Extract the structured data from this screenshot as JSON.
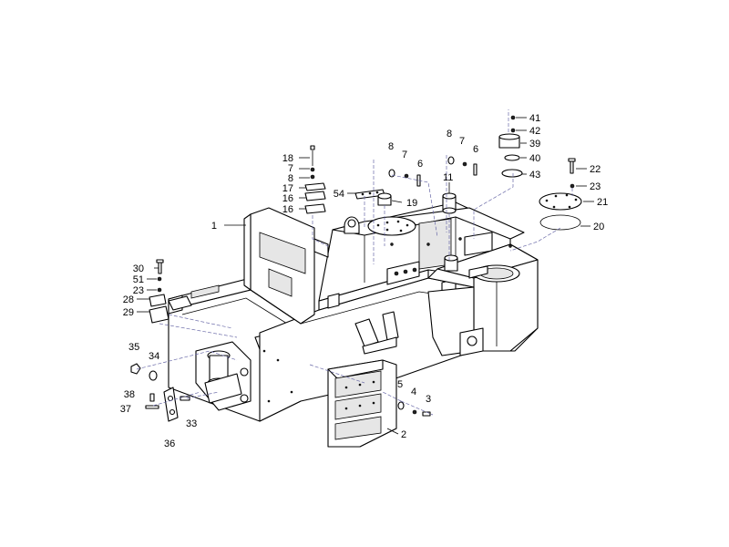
{
  "callouts": [
    {
      "id": "c1",
      "label": "1"
    },
    {
      "id": "c2",
      "label": "2"
    },
    {
      "id": "c3",
      "label": "3"
    },
    {
      "id": "c4",
      "label": "4"
    },
    {
      "id": "c5",
      "label": "5"
    },
    {
      "id": "c6a",
      "label": "6"
    },
    {
      "id": "c6b",
      "label": "6"
    },
    {
      "id": "c7a",
      "label": "7"
    },
    {
      "id": "c7b",
      "label": "7"
    },
    {
      "id": "c7c",
      "label": "7"
    },
    {
      "id": "c8a",
      "label": "8"
    },
    {
      "id": "c8b",
      "label": "8"
    },
    {
      "id": "c8c",
      "label": "8"
    },
    {
      "id": "c11",
      "label": "11"
    },
    {
      "id": "c16a",
      "label": "16"
    },
    {
      "id": "c16b",
      "label": "16"
    },
    {
      "id": "c17",
      "label": "17"
    },
    {
      "id": "c18",
      "label": "18"
    },
    {
      "id": "c19",
      "label": "19"
    },
    {
      "id": "c20",
      "label": "20"
    },
    {
      "id": "c21",
      "label": "21"
    },
    {
      "id": "c22",
      "label": "22"
    },
    {
      "id": "c23a",
      "label": "23"
    },
    {
      "id": "c23b",
      "label": "23"
    },
    {
      "id": "c28",
      "label": "28"
    },
    {
      "id": "c29",
      "label": "29"
    },
    {
      "id": "c30",
      "label": "30"
    },
    {
      "id": "c33",
      "label": "33"
    },
    {
      "id": "c34",
      "label": "34"
    },
    {
      "id": "c35",
      "label": "35"
    },
    {
      "id": "c36",
      "label": "36"
    },
    {
      "id": "c37",
      "label": "37"
    },
    {
      "id": "c38",
      "label": "38"
    },
    {
      "id": "c39",
      "label": "39"
    },
    {
      "id": "c40",
      "label": "40"
    },
    {
      "id": "c41",
      "label": "41"
    },
    {
      "id": "c42",
      "label": "42"
    },
    {
      "id": "c43",
      "label": "43"
    },
    {
      "id": "c51",
      "label": "51"
    },
    {
      "id": "c54",
      "label": "54"
    }
  ]
}
